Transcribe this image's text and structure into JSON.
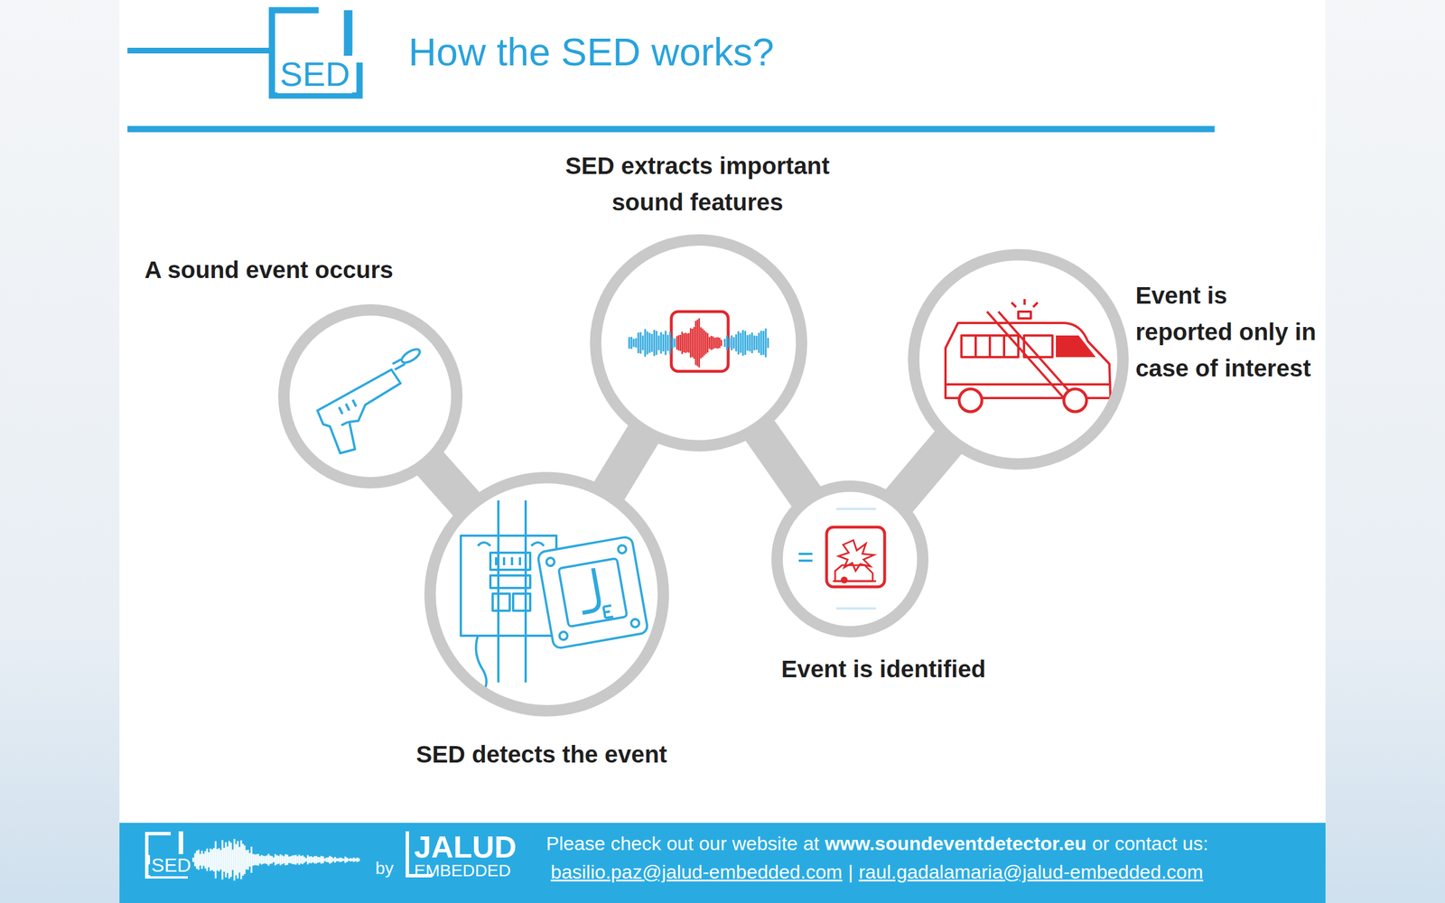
{
  "diagram": {
    "title": "How the SED works?",
    "nodes": [
      {
        "text": [
          "A sound event occurs"
        ]
      },
      {
        "text": [
          "SED detects the event"
        ]
      },
      {
        "text": [
          "SED extracts important sound features"
        ]
      },
      {
        "text": [
          "Event is identified"
        ]
      },
      {
        "text": [
          "Event is reported only in case of interest"
        ]
      }
    ],
    "edges": [
      {
        "from": 0,
        "to": 1,
        "arrow": "none"
      },
      {
        "from": 1,
        "to": 2,
        "arrow": "none"
      },
      {
        "from": 2,
        "to": 3,
        "arrow": "none"
      },
      {
        "from": 3,
        "to": 4,
        "arrow": "none"
      }
    ],
    "labels": [
      "SED",
      "SED",
      "by",
      "JALUD",
      "EMBEDDED",
      "Please check out our website at",
      "www.soundeventdetector.eu",
      "or contact us:",
      "basilio.paz@jalud-embedded.com",
      "|",
      "raul.gadalamaria@jalud-embedded.com"
    ]
  }
}
